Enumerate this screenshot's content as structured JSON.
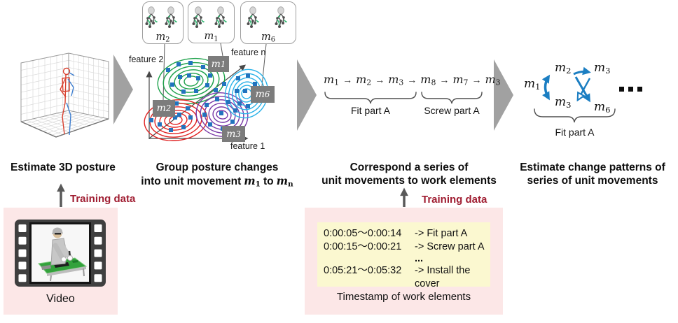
{
  "colors": {
    "accent_red": "#a01e32",
    "pink_box": "#fce7e7",
    "yellow_box": "#fbf8d0",
    "flow_arrow_gray": "#a1a1a1",
    "cluster_label_gray": "#7c7c7c",
    "cluster_green": "#1ea24b",
    "cluster_red": "#e02222",
    "cluster_purple": "#7a3aa8",
    "cluster_cyan": "#2ab2e8",
    "point_blue": "#2273be",
    "pattern_arrow_blue": "#1b7ec2"
  },
  "steps": {
    "step1": {
      "caption": "Estimate 3D posture"
    },
    "step2": {
      "caption_line1": "Group posture changes",
      "caption_line2": {
        "pre": "into unit movement",
        "m_start": "m_1",
        "mid": "to",
        "m_end": "m_n"
      }
    },
    "step3": {
      "caption_line1": "Correspond a series of",
      "caption_line2": "unit movements to work elements"
    },
    "step4": {
      "caption_line1": "Estimate change patterns of",
      "caption_line2": "series of unit movements"
    }
  },
  "cluster_panel": {
    "axis_x": "feature 1",
    "axis_y": "feature 2",
    "axis_n": "feature n",
    "pose_boxes": [
      {
        "label": "m_2"
      },
      {
        "label": "m_1"
      },
      {
        "label": "m_6"
      }
    ],
    "cluster_labels": {
      "green": "m_1",
      "red": "m_2",
      "purple": "m_3",
      "cyan": "m_6"
    }
  },
  "sequence_panel": {
    "arrow": "→",
    "group_a": {
      "items": [
        "m_1",
        "m_2",
        "m_3"
      ],
      "label": "Fit part A"
    },
    "group_b": {
      "items": [
        "m_8",
        "m_7",
        "m_3"
      ],
      "label": "Screw part A"
    }
  },
  "pattern_panel": {
    "start": "m_1",
    "col1": [
      "m_2",
      "m_3"
    ],
    "col2": [
      "m_3",
      "m_6"
    ],
    "ellipsis": "...",
    "brace_label": "Fit part A"
  },
  "training_label": "Training data",
  "video_box": {
    "label": "Video"
  },
  "timestamp_box": {
    "rows": [
      {
        "time": "0:00:05～0:00:14",
        "work": "-> Fit part A"
      },
      {
        "time": "0:00:15～0:00:21",
        "work": "-> Screw part A"
      },
      {
        "time": "",
        "work": "..."
      },
      {
        "time": "0:05:21～0:05:32",
        "work": "-> Install the cover"
      }
    ],
    "caption": "Timestamp of work elements"
  }
}
